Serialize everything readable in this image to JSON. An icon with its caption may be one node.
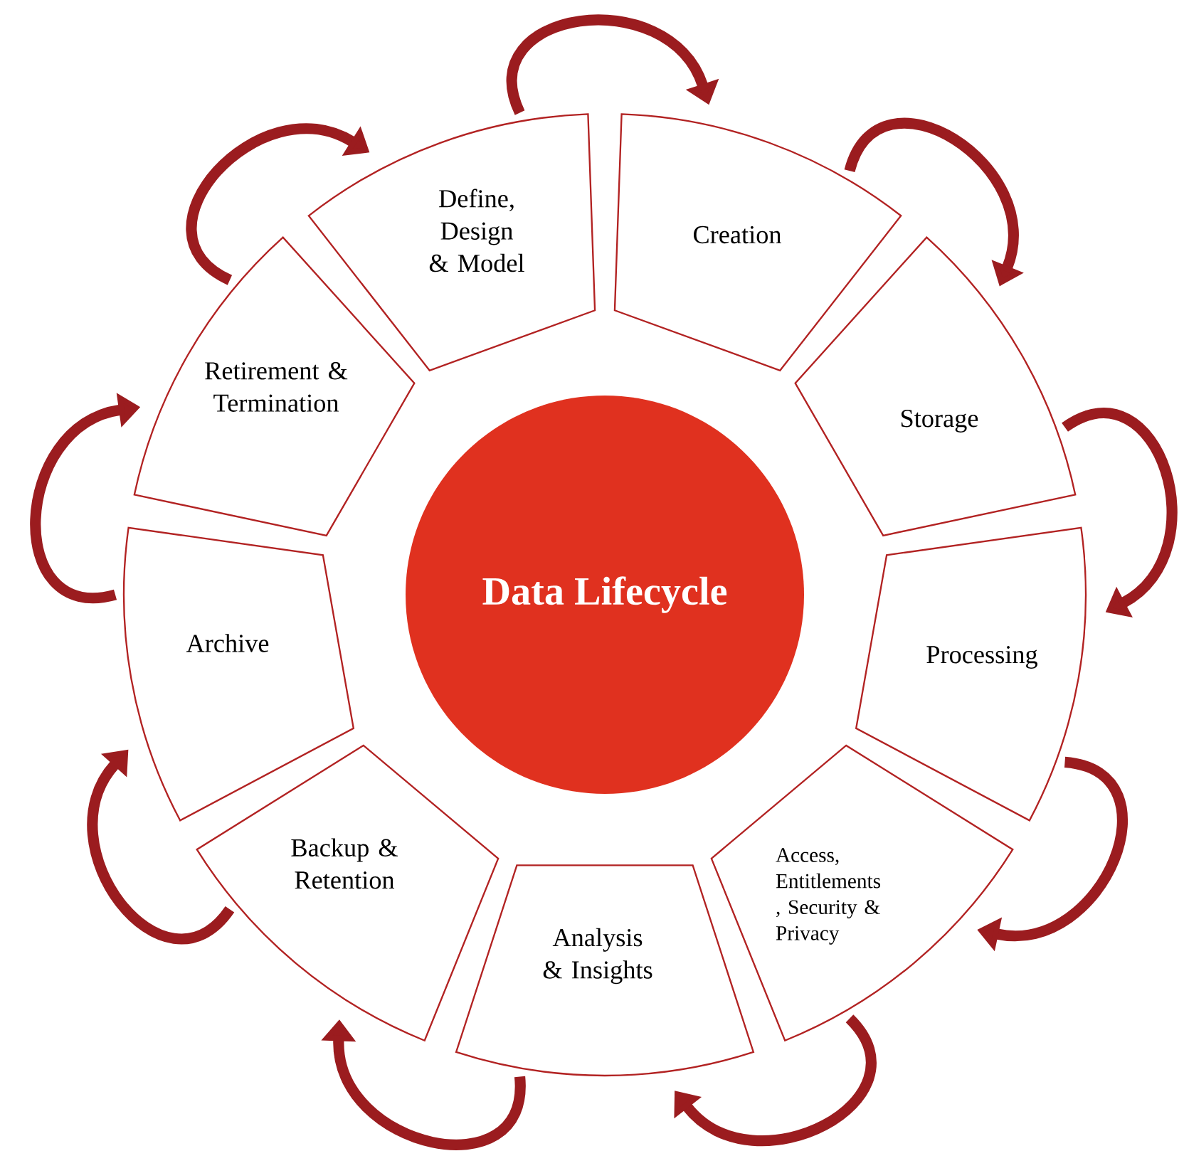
{
  "diagram": {
    "nodes": [
      {
        "text": [
          "Data Lifecycle"
        ]
      },
      {
        "text": [
          "Define, Design & Model"
        ]
      },
      {
        "text": [
          "Creation"
        ]
      },
      {
        "text": [
          "Storage"
        ]
      },
      {
        "text": [
          "Processing"
        ]
      },
      {
        "text": [
          "Access, Entitlements , Security & Privacy"
        ]
      },
      {
        "text": [
          "Analysis & Insights"
        ]
      },
      {
        "text": [
          "Backup & Retention"
        ]
      },
      {
        "text": [
          "Archive"
        ]
      },
      {
        "text": [
          "Retirement & Termination"
        ]
      }
    ],
    "edges": [
      {
        "from": 1,
        "to": 2,
        "arrow": "to"
      },
      {
        "from": 2,
        "to": 3,
        "arrow": "to"
      },
      {
        "from": 3,
        "to": 4,
        "arrow": "to"
      },
      {
        "from": 4,
        "to": 5,
        "arrow": "to"
      },
      {
        "from": 5,
        "to": 6,
        "arrow": "to"
      },
      {
        "from": 6,
        "to": 7,
        "arrow": "to"
      },
      {
        "from": 7,
        "to": 8,
        "arrow": "to"
      },
      {
        "from": 8,
        "to": 9,
        "arrow": "to"
      },
      {
        "from": 9,
        "to": 1,
        "arrow": "to"
      }
    ]
  }
}
